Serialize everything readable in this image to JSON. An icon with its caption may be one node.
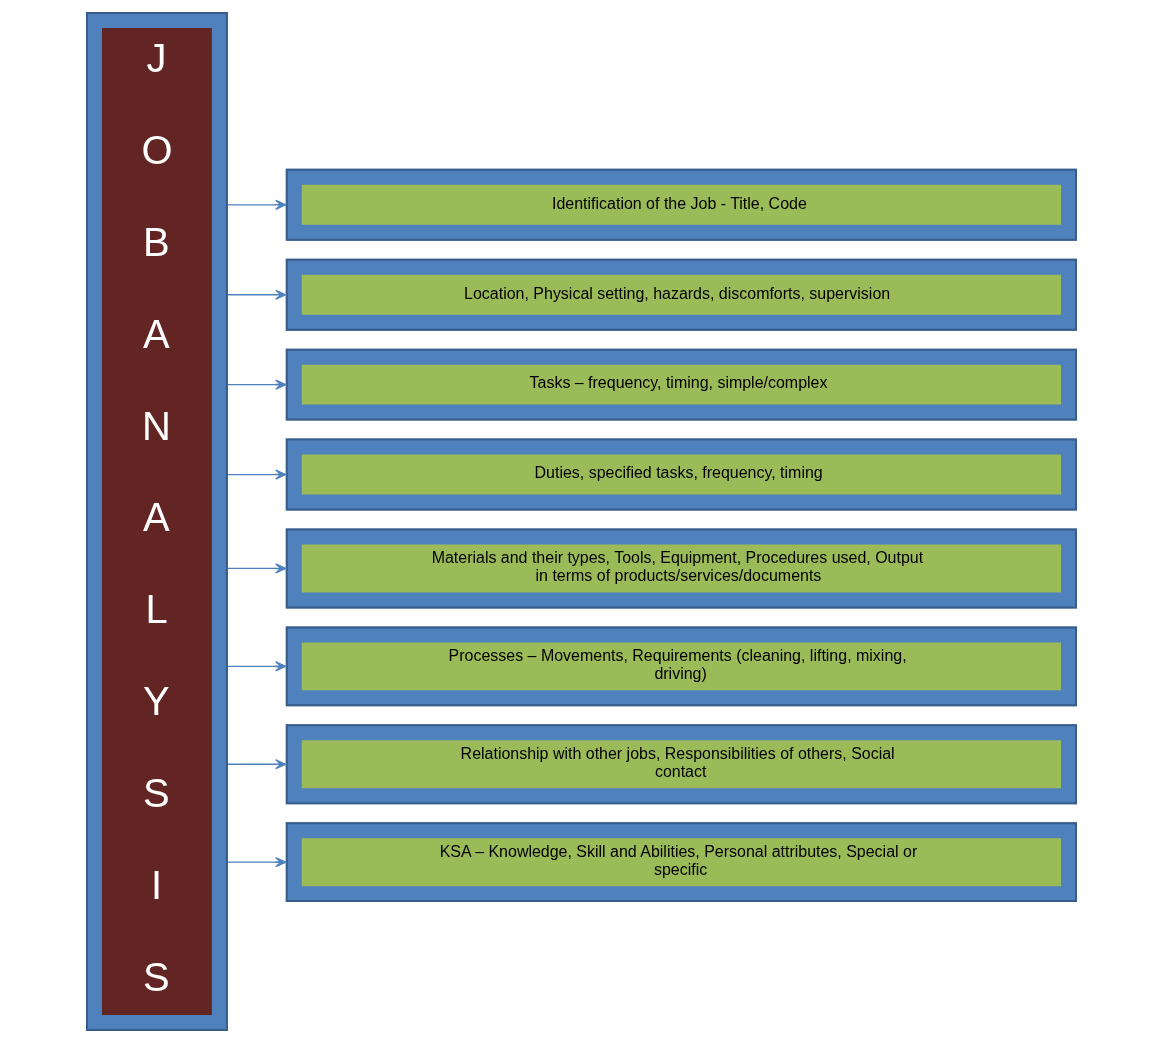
{
  "diagram": {
    "nodes": [
      {
        "text": [
          "J O B A N A L Y S I S"
        ]
      },
      {
        "text": [
          "Identification of the Job - Title, Code"
        ]
      },
      {
        "text": [
          "Location, Physical setting, hazards, discomforts, supervision"
        ]
      },
      {
        "text": [
          "Tasks – frequency, timing, simple/complex"
        ]
      },
      {
        "text": [
          "Duties, specified tasks, frequency, timing"
        ]
      },
      {
        "text": [
          "Materials and their types, Tools, Equipment, Procedures used, Output in terms of products/services/documents"
        ]
      },
      {
        "text": [
          "Processes – Movements, Requirements (cleaning, lifting, mixing, driving)"
        ]
      },
      {
        "text": [
          "Relationship with other jobs, Responsibilities of others, Social contact"
        ]
      },
      {
        "text": [
          "KSA – Knowledge, Skill and Abilities, Personal attributes, Special or specific"
        ]
      }
    ],
    "edges": [
      {
        "from": 0,
        "to": 1,
        "arrow": "to"
      },
      {
        "from": 0,
        "to": 2,
        "arrow": "to"
      },
      {
        "from": 0,
        "to": 3,
        "arrow": "to"
      },
      {
        "from": 0,
        "to": 4,
        "arrow": "to"
      },
      {
        "from": 0,
        "to": 5,
        "arrow": "to"
      },
      {
        "from": 0,
        "to": 6,
        "arrow": "to"
      },
      {
        "from": 0,
        "to": 7,
        "arrow": "to"
      },
      {
        "from": 0,
        "to": 8,
        "arrow": "to"
      }
    ]
  }
}
